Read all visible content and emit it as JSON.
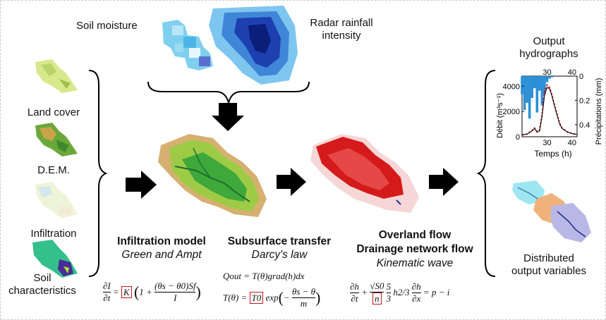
{
  "inputs": {
    "soil_moisture": "Soil moisture",
    "radar_rainfall": [
      "Radar rainfall",
      "intensity"
    ],
    "land_cover": "Land cover",
    "dem": "D.E.M.",
    "infiltration": "Infiltration",
    "soil_characteristics": [
      "Soil",
      "characteristics"
    ]
  },
  "modules": {
    "infiltration": {
      "title": "Infiltration model",
      "subtitle": "Green and Ampt"
    },
    "subsurface": {
      "title": "Subsurface transfer",
      "subtitle": "Darcy's law"
    },
    "overland": {
      "title": [
        "Overland flow",
        "Drainage network flow"
      ],
      "subtitle": "Kinematic wave"
    }
  },
  "equations": {
    "green_ampt": {
      "lhs_num": "∂I",
      "lhs_den": "∂t",
      "boxed": "K",
      "inner_num": "(θs − θ0)Sf",
      "inner_den": "I",
      "one_plus": "1 +"
    },
    "darcy_q": "Qout = T(θ)grad(h)dx",
    "darcy_t": {
      "lhs": "T(θ) =",
      "boxed": "T0",
      "exp": "exp",
      "num": "θs − θ",
      "den": "m"
    },
    "kinematic": {
      "t1_num": "∂h",
      "t1_den": "∂t",
      "plus": "+",
      "t2_num": "√S0",
      "boxed": "n",
      "frac_num": "5",
      "frac_den": "3",
      "pow": "h2/3",
      "t3_num": "∂h",
      "t3_den": "∂x",
      "rhs": "= p − i"
    }
  },
  "outputs": {
    "hydrographs": [
      "Output",
      "hydrographs"
    ],
    "distributed": [
      "Distributed",
      "output variables"
    ]
  },
  "chart_data": {
    "type": "line",
    "x_label": "Temps (h)",
    "y_label": "Débit (m³s⁻¹)",
    "y2_label": "Précipitations (mm)",
    "x_ticks_bottom": [
      "30",
      "40"
    ],
    "x_ticks_top": [
      "30",
      "40"
    ],
    "y_ticks": [
      "0",
      "2000",
      "4000"
    ],
    "y2_ticks": [
      "0",
      "0.2",
      "0.4"
    ],
    "xlim": [
      20,
      42
    ],
    "ylim": [
      0,
      4800
    ],
    "y2lim": [
      0,
      0.5
    ],
    "series": [
      {
        "x": [
          20,
          22,
          24,
          25,
          26,
          27,
          28,
          29,
          30,
          31,
          32,
          33,
          34,
          35,
          36,
          38,
          40,
          42
        ],
        "values": [
          150,
          220,
          500,
          700,
          400,
          500,
          1800,
          3600,
          4100,
          3900,
          3300,
          2500,
          1800,
          1100,
          700,
          400,
          250,
          200
        ]
      },
      {
        "x": [
          20,
          22,
          24,
          25,
          26,
          27,
          28,
          29,
          30,
          31,
          32,
          33,
          34,
          35,
          36,
          38,
          40,
          42
        ],
        "values": [
          150,
          200,
          450,
          650,
          350,
          450,
          1600,
          3300,
          3900,
          3800,
          3200,
          2400,
          1700,
          1000,
          650,
          380,
          240,
          190
        ]
      }
    ],
    "rain_x": [
      20,
      21,
      22,
      23,
      24,
      25,
      26,
      27,
      28,
      29,
      30,
      31,
      32
    ],
    "rain": [
      0.15,
      0.28,
      0.22,
      0.35,
      0.18,
      0.1,
      0.3,
      0.12,
      0.24,
      0.15,
      0.05,
      0.02,
      0.01
    ]
  },
  "colors": {
    "arrow": "#000000",
    "box": "#c0161a",
    "obs": "#c0161a",
    "sim": "#000000",
    "rain": "#2b8fd6"
  }
}
